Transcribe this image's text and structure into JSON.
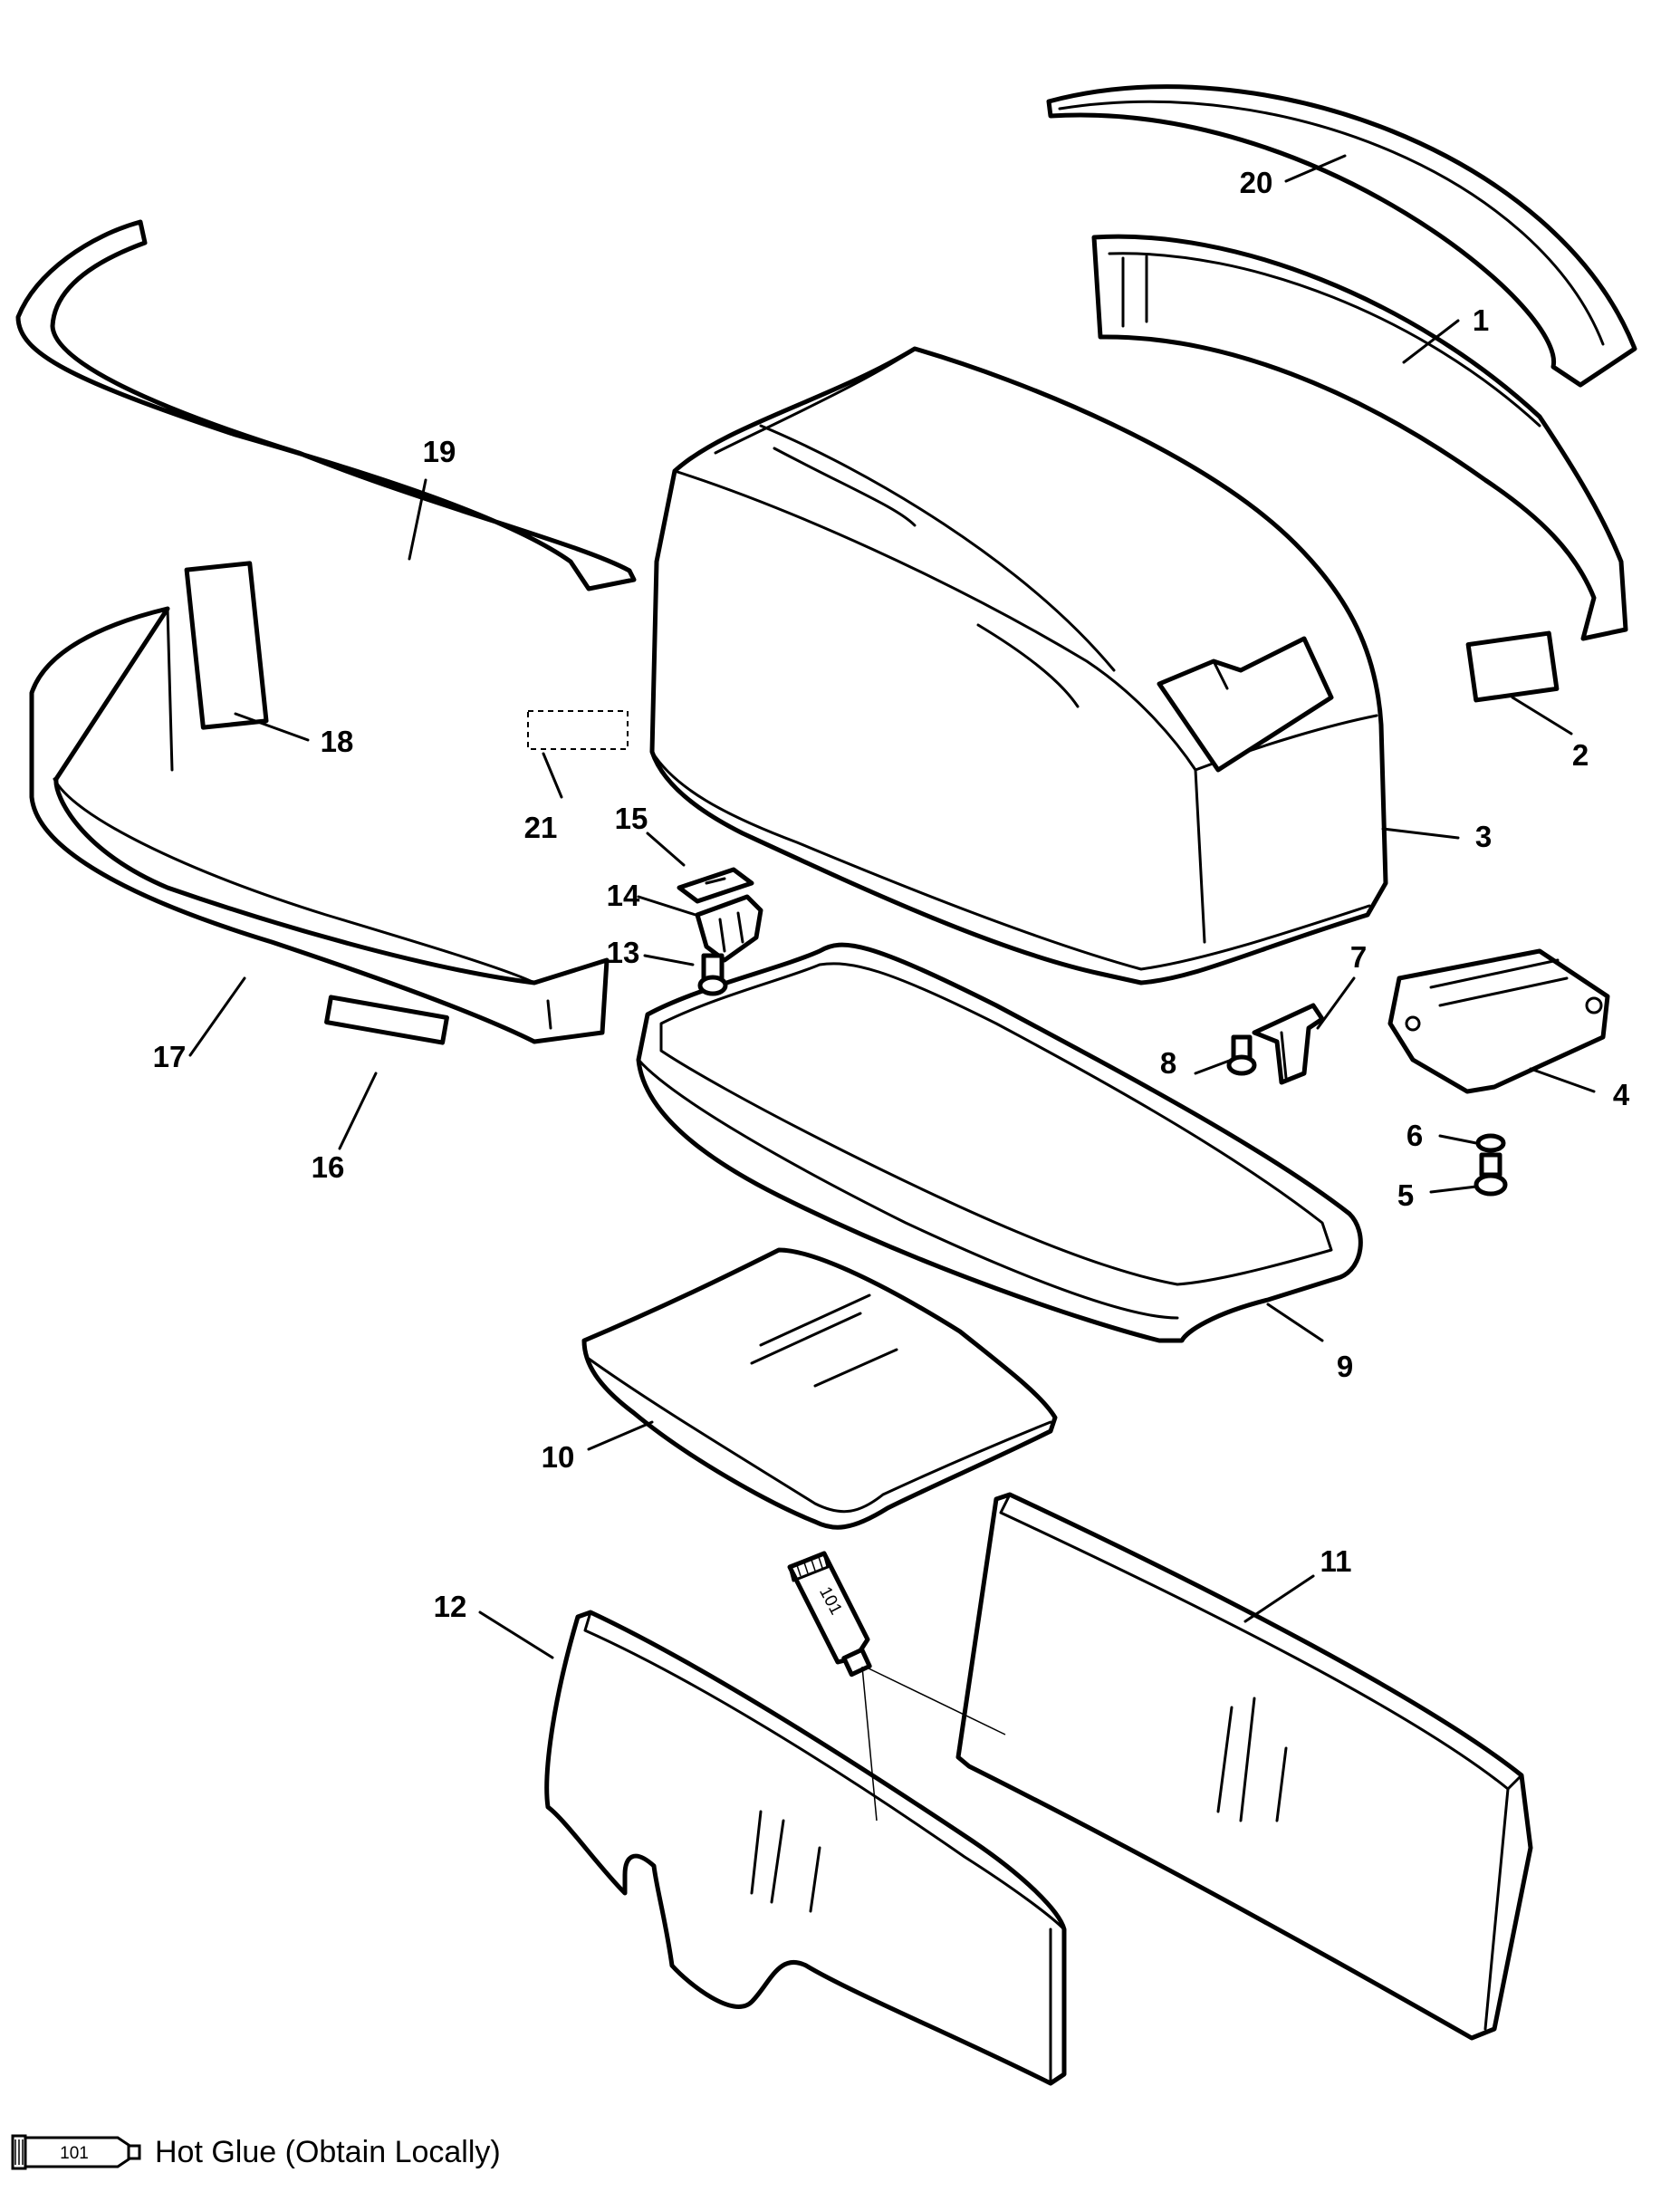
{
  "callouts": [
    "1",
    "2",
    "3",
    "4",
    "5",
    "6",
    "7",
    "8",
    "9",
    "10",
    "11",
    "12",
    "13",
    "14",
    "15",
    "16",
    "17",
    "18",
    "19",
    "20",
    "21"
  ],
  "sealant": {
    "tube_label": "101",
    "legend_label": "101",
    "legend_text": "Hot Glue (Obtain Locally)"
  }
}
